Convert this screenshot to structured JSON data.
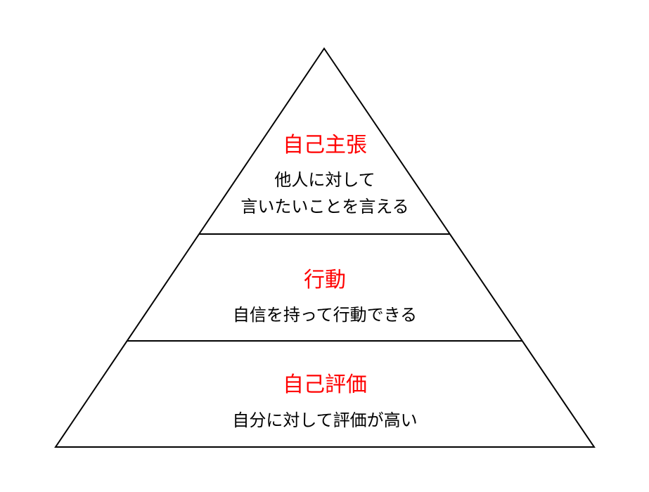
{
  "colors": {
    "title": "#ff0000",
    "text": "#000000",
    "outline": "#000000"
  },
  "pyramid": {
    "levels": [
      {
        "title": "自己主張",
        "lines": [
          "他人に対して",
          "言いたいことを言える"
        ]
      },
      {
        "title": "行動",
        "lines": [
          "自信を持って行動できる"
        ]
      },
      {
        "title": "自己評価",
        "lines": [
          "自分に対して評価が高い"
        ]
      }
    ]
  }
}
